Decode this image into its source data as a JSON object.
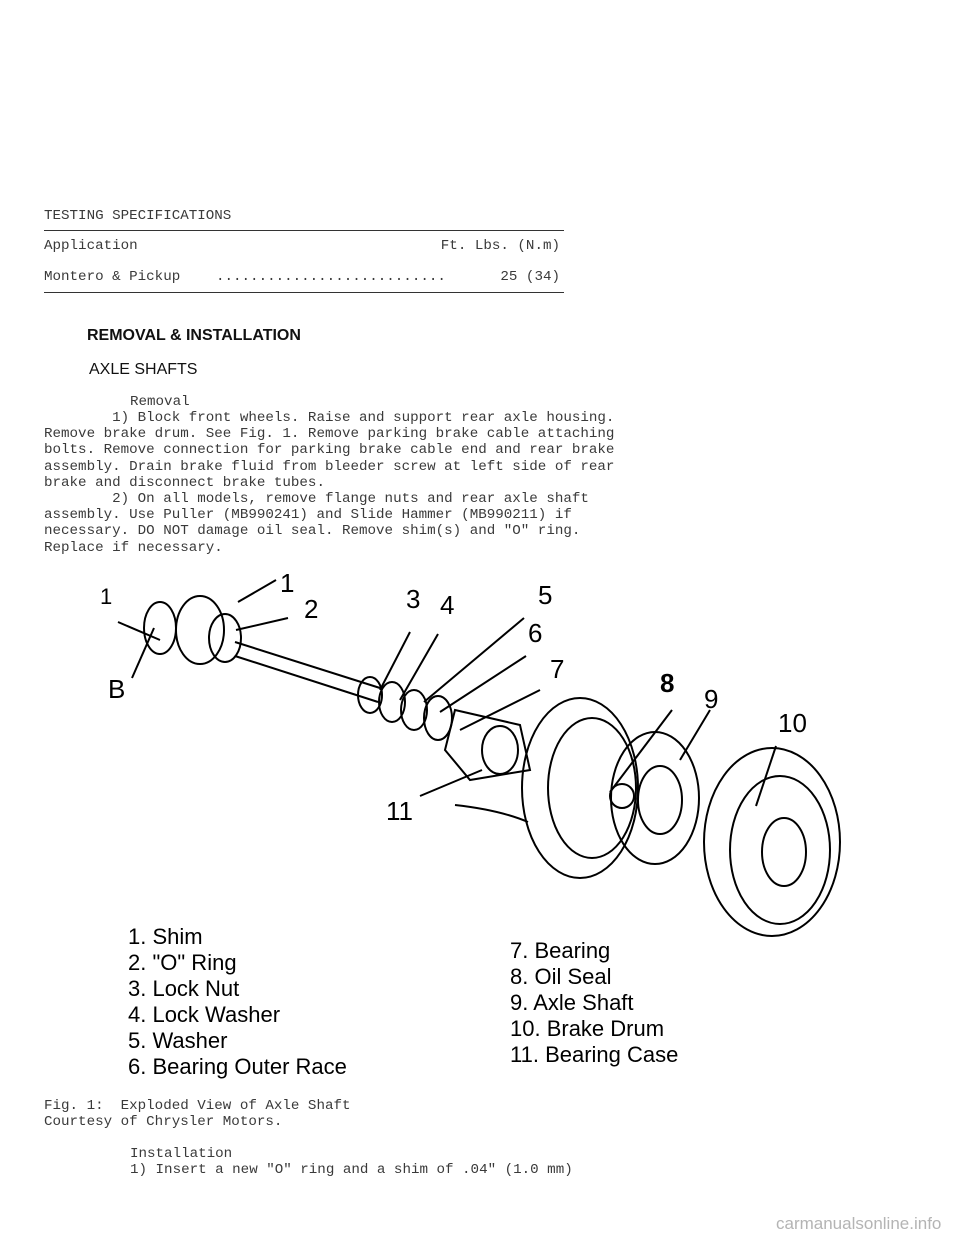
{
  "spec": {
    "title": "TESTING SPECIFICATIONS",
    "col_application": "Application",
    "col_torque": "Ft. Lbs. (N.m)",
    "row_application": "Montero & Pickup",
    "row_dots": "...........................",
    "row_value": "25 (34)"
  },
  "section": {
    "heading": "REMOVAL & INSTALLATION",
    "subheading": "AXLE SHAFTS"
  },
  "removal": {
    "label": "Removal",
    "lines": [
      "        1) Block front wheels. Raise and support rear axle housing.",
      "Remove brake drum. See Fig. 1. Remove parking brake cable attaching",
      "bolts. Remove connection for parking brake cable end and rear brake",
      "assembly. Drain brake fluid from bleeder screw at left side of rear",
      "brake and disconnect brake tubes.",
      "        2) On all models, remove flange nuts and rear axle shaft",
      "assembly. Use Puller (MB990241) and Slide Hammer (MB990211) if",
      "necessary. DO NOT damage oil seal. Remove shim(s) and \"O\" ring.",
      "Replace if necessary."
    ]
  },
  "figure": {
    "callouts": [
      "1",
      "2",
      "3",
      "4",
      "5",
      "6",
      "7",
      "8",
      "9",
      "10",
      "11",
      "B"
    ],
    "legend_left": [
      "1. Shim",
      "2. \"O\" Ring",
      "3. Lock Nut",
      "4. Lock Washer",
      "5. Washer",
      "6. Bearing Outer Race"
    ],
    "legend_right": [
      "7. Bearing",
      "8. Oil Seal",
      "9. Axle Shaft",
      "10. Brake Drum",
      "11. Bearing Case"
    ],
    "caption": "Fig. 1:  Exploded View of Axle Shaft",
    "courtesy": "Courtesy of Chrysler Motors."
  },
  "installation": {
    "label": "Installation",
    "line1": "1) Insert a new \"O\" ring and a shim of .04\" (1.0 mm)"
  },
  "watermark": "carmanualsonline.info"
}
